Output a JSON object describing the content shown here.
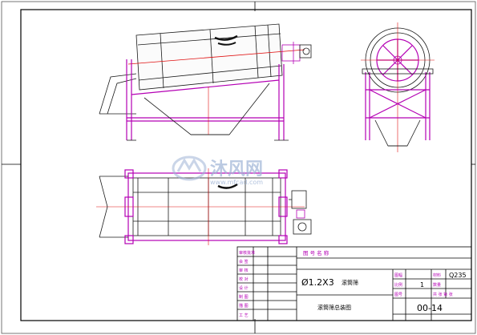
{
  "watermark": {
    "brand_cn": "沐风网",
    "site": "www.mfcad.com"
  },
  "title_block": {
    "top_header": "图 号 名 称",
    "left_rows": [
      "审核批准",
      "会 签",
      "审 核",
      "校 对",
      "设 计",
      "制 图",
      "描 图",
      "工 艺"
    ],
    "drawing_title": "Ø1.2X3",
    "drawing_subtitle": "滚筒筛",
    "drawing_name": "滚筒筛总装图",
    "field_labels": [
      "图幅",
      "材料",
      "比例",
      "数量",
      "图号",
      "共 张 第 张"
    ],
    "material": "Q235",
    "quantity": "1",
    "drawing_number": "00-14"
  },
  "colors": {
    "line": "#1a1a1a",
    "frame": "#b400b4",
    "red": "#e01010",
    "accent": "#0000ff",
    "watermark": "#9fb4d6"
  }
}
